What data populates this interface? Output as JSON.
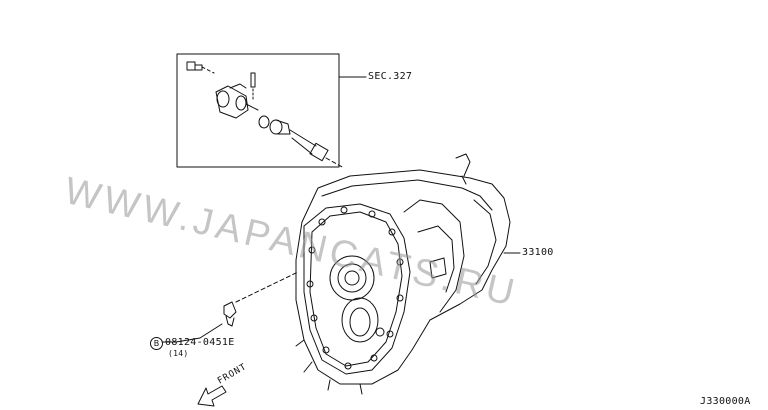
{
  "labels": {
    "sec_ref": "SEC.327",
    "part_transmission": "33100",
    "bolt_circle": "B",
    "bolt_part": "08124-0451E",
    "bolt_qty": "(14)",
    "direction": "FRONT",
    "diagram_code": "J330000A"
  },
  "watermark": {
    "text": "WWW.JAPANCATS.RU"
  }
}
